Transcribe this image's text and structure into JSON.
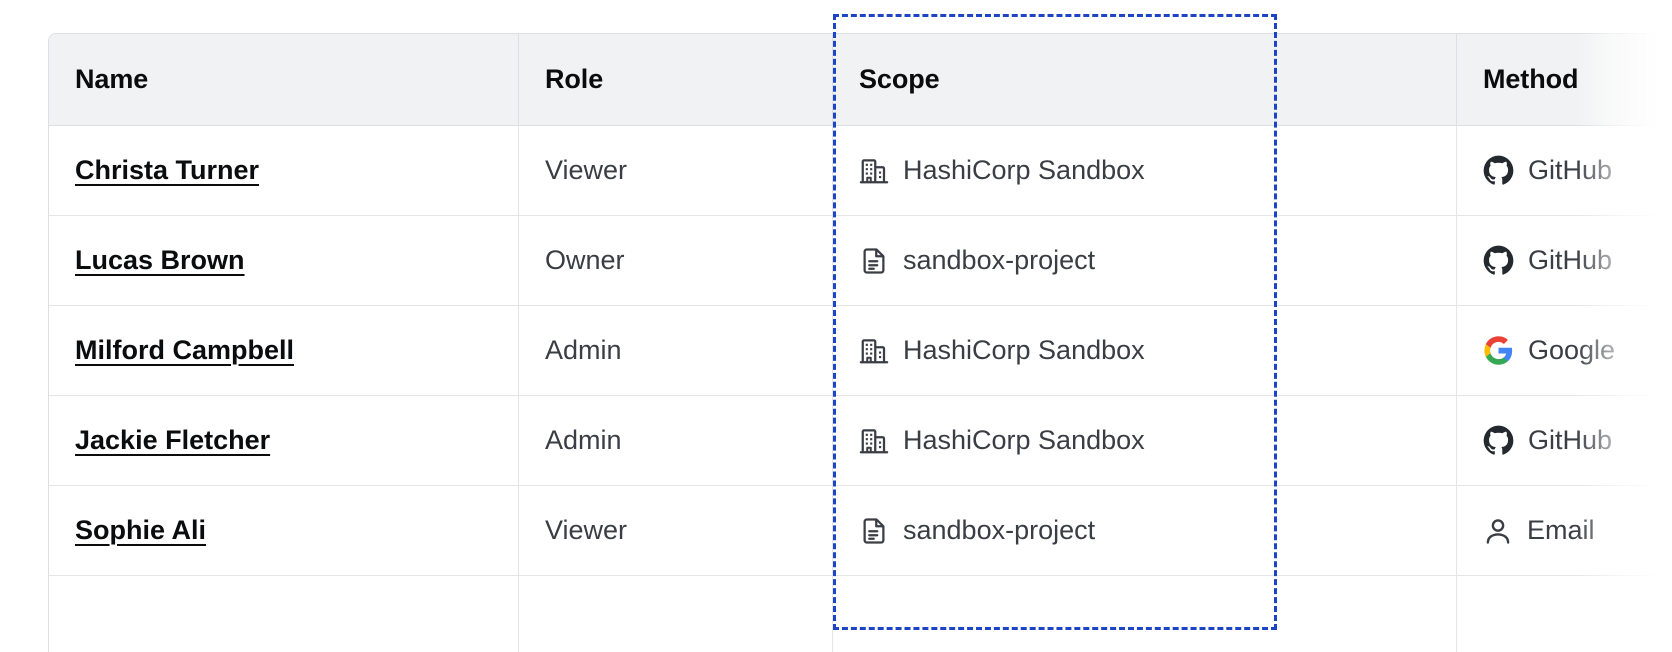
{
  "table": {
    "columns": [
      {
        "key": "name",
        "label": "Name"
      },
      {
        "key": "role",
        "label": "Role"
      },
      {
        "key": "scope",
        "label": "Scope"
      },
      {
        "key": "method",
        "label": "Method"
      }
    ],
    "rows": [
      {
        "name": "Christa Turner",
        "role": "Viewer",
        "scope": "HashiCorp Sandbox",
        "scope_icon": "organization-building-icon",
        "method": "GitHub",
        "method_icon": "github-icon"
      },
      {
        "name": "Lucas Brown",
        "role": "Owner",
        "scope": "sandbox-project",
        "scope_icon": "project-file-icon",
        "method": "GitHub",
        "method_icon": "github-icon"
      },
      {
        "name": "Milford Campbell",
        "role": "Admin",
        "scope": "HashiCorp Sandbox",
        "scope_icon": "organization-building-icon",
        "method": "Google",
        "method_icon": "google-icon"
      },
      {
        "name": "Jackie Fletcher",
        "role": "Admin",
        "scope": "HashiCorp Sandbox",
        "scope_icon": "organization-building-icon",
        "method": "GitHub",
        "method_icon": "github-icon"
      },
      {
        "name": "Sophie Ali",
        "role": "Viewer",
        "scope": "sandbox-project",
        "scope_icon": "project-file-icon",
        "method": "Email",
        "method_icon": "user-person-icon"
      },
      {
        "name": "",
        "role": "",
        "scope": "",
        "scope_icon": "",
        "method": "",
        "method_icon": ""
      }
    ]
  },
  "highlight": {
    "target_column": "Scope",
    "style": "dashed",
    "color": "#1c44c4"
  },
  "colors": {
    "header_background": "#f1f2f3",
    "table_border": "#dedfe3",
    "row_divider": "#e4e5e8",
    "text_primary": "#0b0c0e",
    "text_secondary": "#3b3d45",
    "icon_dark": "#3b3d45",
    "github_black": "#24292f",
    "google_blue": "#4285f4",
    "google_red": "#ea4335",
    "google_yellow": "#fbbc05",
    "google_green": "#34a853",
    "highlight_blue": "#1c44c4"
  }
}
